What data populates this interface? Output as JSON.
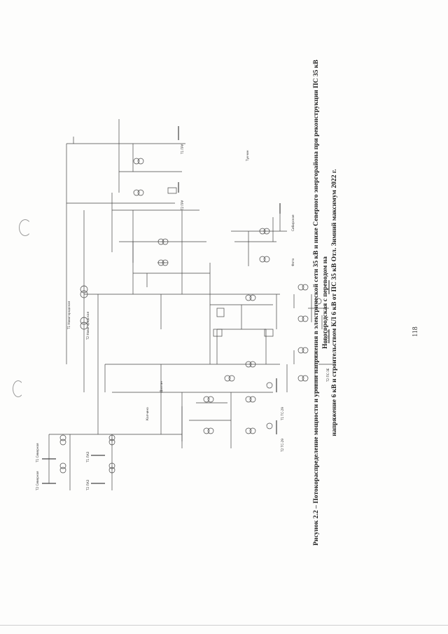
{
  "caption": {
    "line1": "Рисунок 2.2 – Потокораспределение мощности и уровни напряжения в электрической сети 35 кВ и ниже Северного энергорайона при реконструкции ПС 35 кВ Новогородская с переводом на",
    "line2": "напряжение 6 кВ и строительством КЛ 6 кВ от ПС 35 кВ Отл. Зимний максимум 2022 г."
  },
  "page_number": "118",
  "substations": [
    "Т1 Новогородская",
    "Т2 Новогородская",
    "Т1 ГРУ",
    "Т2 ГРУ",
    "Т1 ПС-3Е",
    "Т2 ПС-3Е",
    "Т1 ТС-29",
    "Т2 ТС-29",
    "Т1 Северная",
    "Т2 Северная",
    "Т1 ЛАЗ",
    "Т2 ЛАЗ"
  ],
  "labels": {
    "kolchino": "Колчино",
    "dolgan": "Долган",
    "tukchin": "Тукчин",
    "sibirskoe": "Сибирское",
    "foto": "Фото"
  },
  "colors": {
    "ink": "#3a3a3a",
    "paper": "#fdfdfc"
  }
}
